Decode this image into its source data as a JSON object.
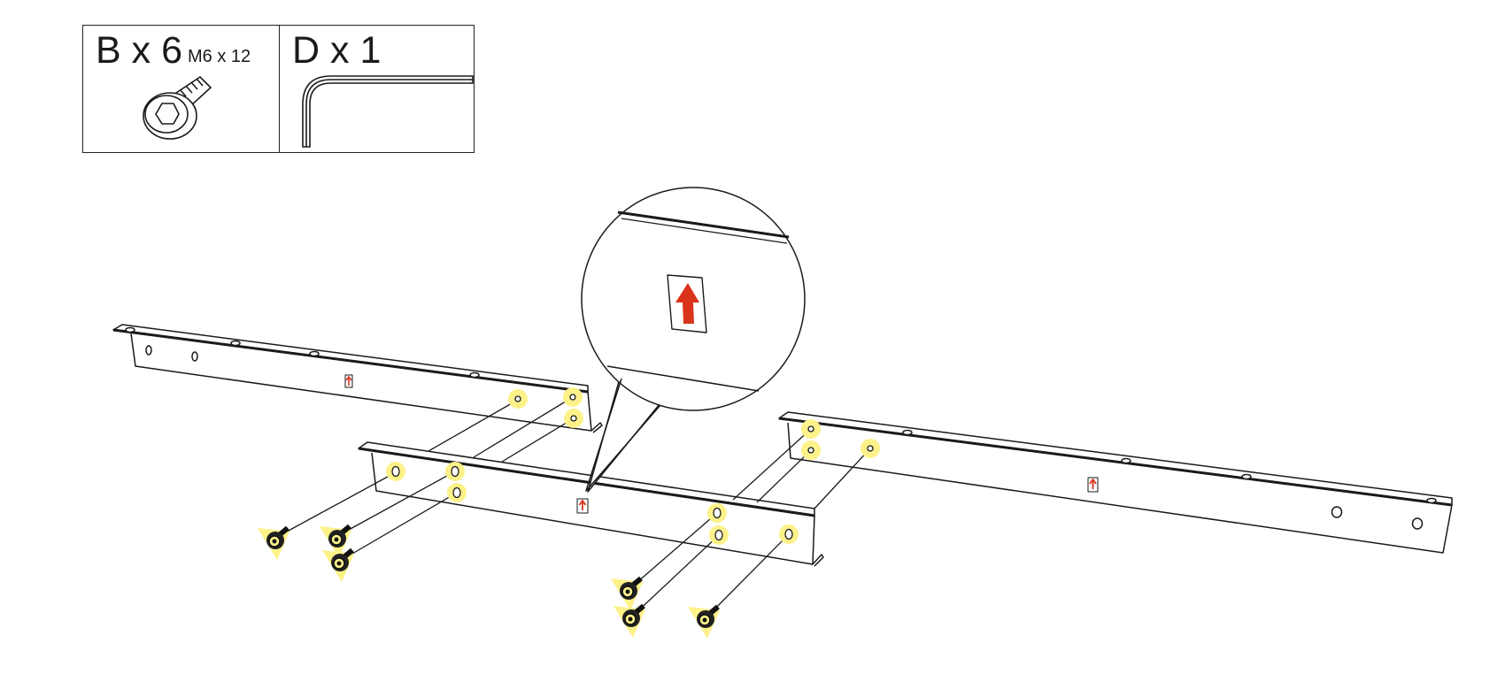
{
  "parts": [
    {
      "label": "B x 6",
      "spec": "M6 x 12",
      "icon": "hex-socket-bolt-icon"
    },
    {
      "label": "D x 1",
      "spec": "",
      "icon": "allen-key-icon"
    }
  ],
  "colors": {
    "line": "#1a1a1a",
    "highlight": "#fdf18a",
    "arrow_red": "#d9331c"
  }
}
